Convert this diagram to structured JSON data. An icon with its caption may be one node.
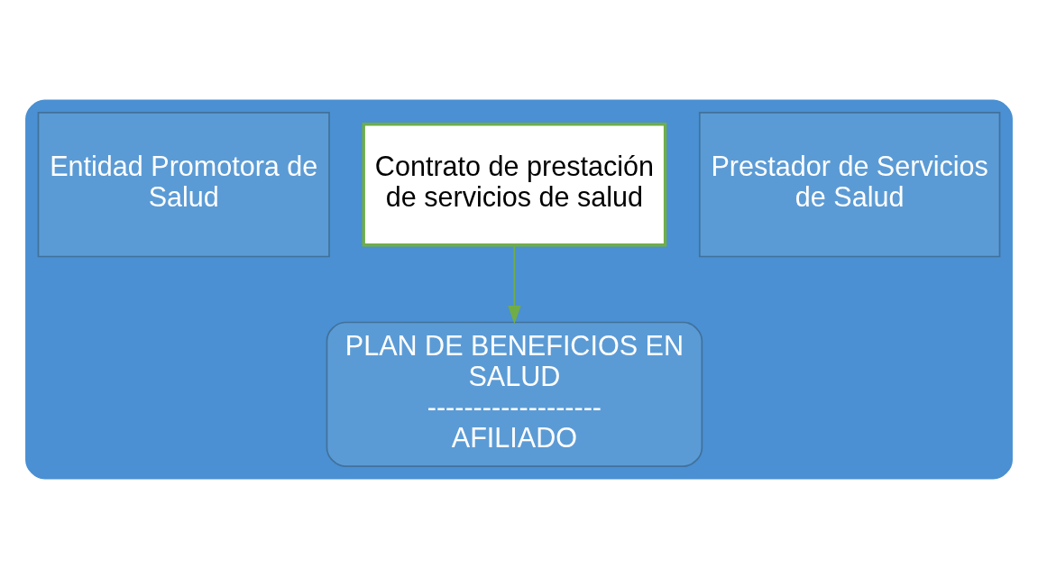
{
  "diagram": {
    "nodes": [
      {
        "text": [],
        "shape": "ellipse"
      },
      {
        "text": [
          "Entidad Promotora de Salud"
        ],
        "in": 0
      },
      {
        "text": [
          "Contrato de prestación de servicios de salud"
        ],
        "in": 0
      },
      {
        "text": [
          "Prestador de Servicios de Salud"
        ],
        "in": 0
      },
      {
        "text": [
          "PLAN DE BENEFICIOS EN SALUD",
          "-------------------",
          "AFILIADO"
        ],
        "in": 0
      }
    ],
    "edges": [
      {
        "from": 2,
        "to": 4,
        "arrow": "to"
      }
    ]
  }
}
